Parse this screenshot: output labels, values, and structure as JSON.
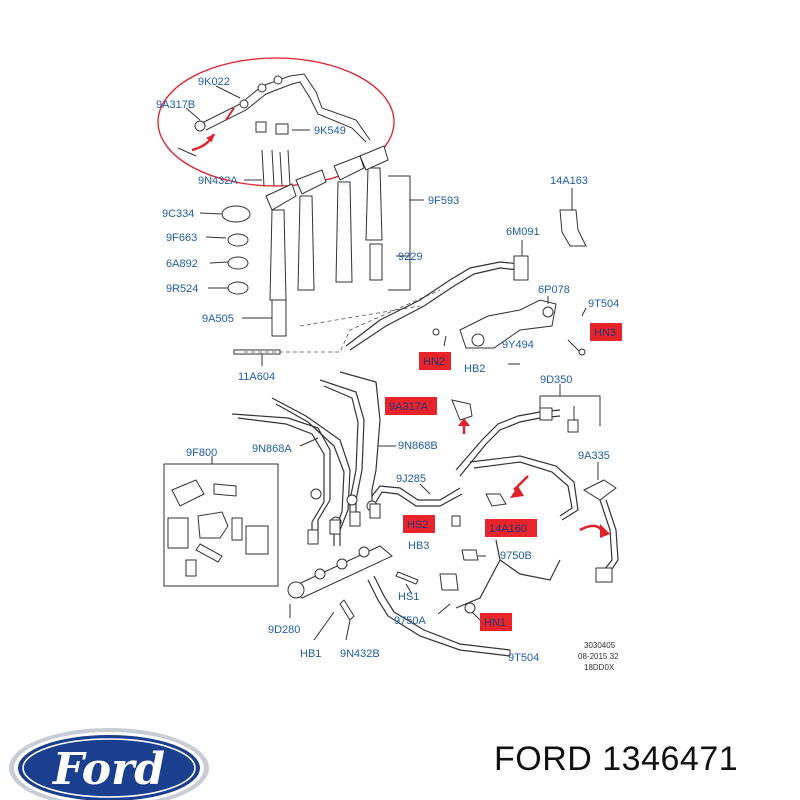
{
  "callouts": {
    "c_9K022": "9K022",
    "c_9A317B": "9A317B",
    "c_9K549": "9K549",
    "c_9N432A": "9N432A",
    "c_9C334": "9C334",
    "c_9F663": "9F663",
    "c_6A892": "6A892",
    "c_9R524": "9R524",
    "c_9A505": "9A505",
    "c_11A604": "11A604",
    "c_9F593": "9F593",
    "c_9229": "9229",
    "c_14A163": "14A163",
    "c_6M091": "6M091",
    "c_6P078": "6P078",
    "c_9T504_top": "9T504",
    "c_HN3": "HN3",
    "c_9Y494": "9Y494",
    "c_HN2": "HN2",
    "c_HB2": "HB2",
    "c_9D350": "9D350",
    "c_9A317A": "9A317A",
    "c_9N868A": "9N868A",
    "c_9N868B": "9N868B",
    "c_9F800": "9F800",
    "c_9J285": "9J285",
    "c_HS2": "HS2",
    "c_14A160": "14A160",
    "c_HB3": "HB3",
    "c_9750B": "9750B",
    "c_9A335": "9A335",
    "c_HS1": "HS1",
    "c_9750A": "9750A",
    "c_HN1": "HN1",
    "c_9D280": "9D280",
    "c_HB1": "HB1",
    "c_9N432B": "9N432B",
    "c_9T504_bot": "9T504"
  },
  "footer_codes": {
    "code1": "3030405",
    "code2": "08-2015 32",
    "code3": "18DD0X"
  },
  "brand": {
    "logo_text": "Ford",
    "title": "FORD 1346471"
  },
  "colors": {
    "callout_text": "#1f5fa8",
    "highlight_fill": "#e8232a",
    "ellipse": "#e0202a",
    "logo_blue": "#1b3f8f"
  }
}
